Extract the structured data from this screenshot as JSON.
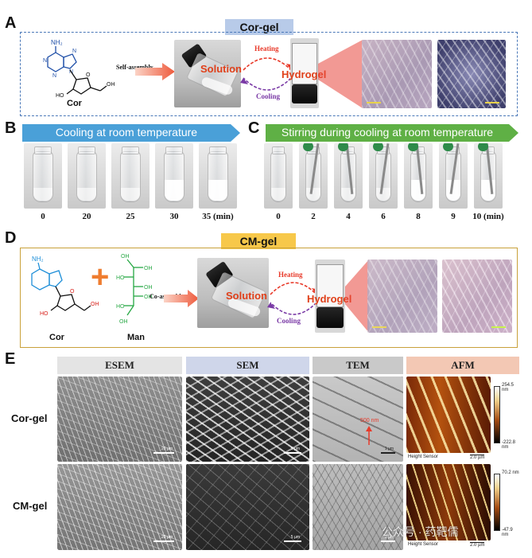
{
  "panels": {
    "A": {
      "label": "A",
      "title": "Cor-gel",
      "mol_name": "Cor",
      "arrow_label": "Self-assembly",
      "solution_label": "Solution",
      "hydrogel_label": "Hydrogel",
      "heating_label": "Heating",
      "cooling_label": "Cooling",
      "atoms": {
        "nh2": "NH₂",
        "n": "N",
        "o": "O",
        "ho": "HO",
        "oh": "OH"
      }
    },
    "B": {
      "label": "B",
      "banner": "Cooling at room temperature",
      "times": [
        "0",
        "20",
        "25",
        "30",
        "35 (min)"
      ]
    },
    "C": {
      "label": "C",
      "banner": "Stirring during cooling at room temperature",
      "times": [
        "0",
        "2",
        "4",
        "6",
        "8",
        "9",
        "10 (min)"
      ]
    },
    "D": {
      "label": "D",
      "title": "CM-gel",
      "mol1_name": "Cor",
      "mol2_name": "Man",
      "plus": "+",
      "arrow_label": "Co-assembly",
      "solution_label": "Solution",
      "hydrogel_label": "Hydrogel",
      "heating_label": "Heating",
      "cooling_label": "Cooling",
      "man_oh": "OH",
      "man_ho": "HO"
    },
    "E": {
      "label": "E",
      "headers": [
        "ESEM",
        "SEM",
        "TEM",
        "AFM"
      ],
      "rows": [
        "Cor-gel",
        "CM-gel"
      ],
      "tem_annotation": "500 nm",
      "afm_top": {
        "max": "254.5 nm",
        "min": "-222.8 nm",
        "sensor": "Height Sensor",
        "scale": "2.0 µm"
      },
      "afm_bottom": {
        "max": "70.2 nm",
        "min": "-47.9 nm",
        "sensor": "Height Sensor",
        "scale": "2.0 µm"
      },
      "esem_scale": "20 µm",
      "sem_scale": "5 µm",
      "tem_scale": "1 µm"
    }
  },
  "watermark": "公众号 · 药靶儒",
  "colors": {
    "title_blue": "#b8cbe9",
    "title_yellow": "#f7c84a",
    "banner_blue": "#4aa0d8",
    "banner_green": "#5fb045",
    "dash_blue": "#4a78b8",
    "border_gold": "#c9a13a",
    "arrow_red": "#e83a2a",
    "arrow_purple": "#7a3aa6",
    "esem_header": "#e4e4e4",
    "sem_header": "#cfd6ea",
    "tem_header": "#c9c9c9",
    "afm_header": "#f3c8b4"
  }
}
